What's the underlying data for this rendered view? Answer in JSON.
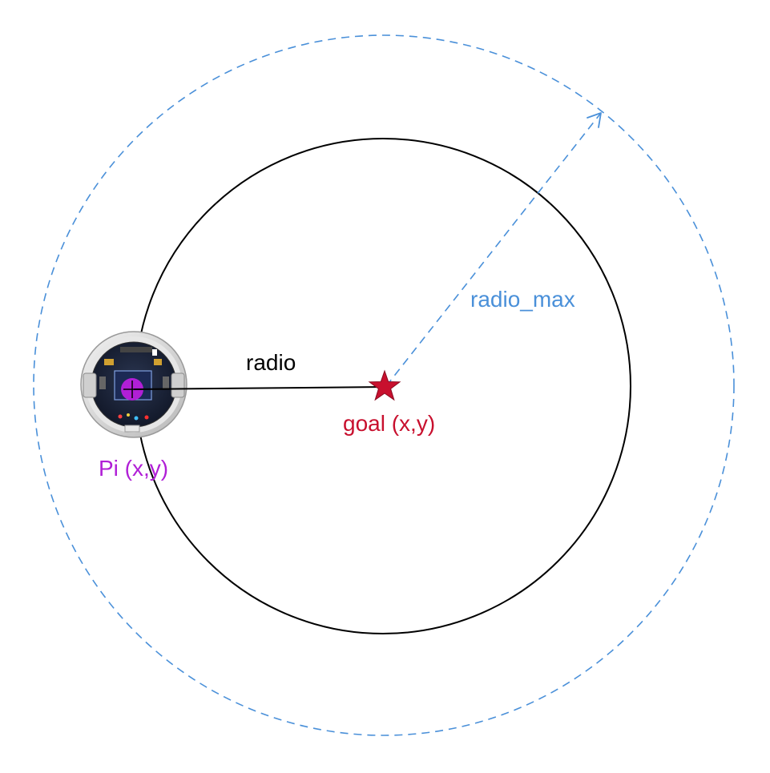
{
  "labels": {
    "radius": "radio",
    "radius_max": "radio_max",
    "goal": "goal (x,y)",
    "robot": "Pi (x,y)"
  },
  "colors": {
    "inner_circle": "#000000",
    "outer_circle": "#4a90d9",
    "goal": "#c8102e",
    "robot_marker": "#b01fd6",
    "radius_line": "#000000",
    "radius_max_line": "#4a90d9"
  },
  "icons": {
    "goal": "star-icon",
    "robot": "robot-board-icon"
  }
}
